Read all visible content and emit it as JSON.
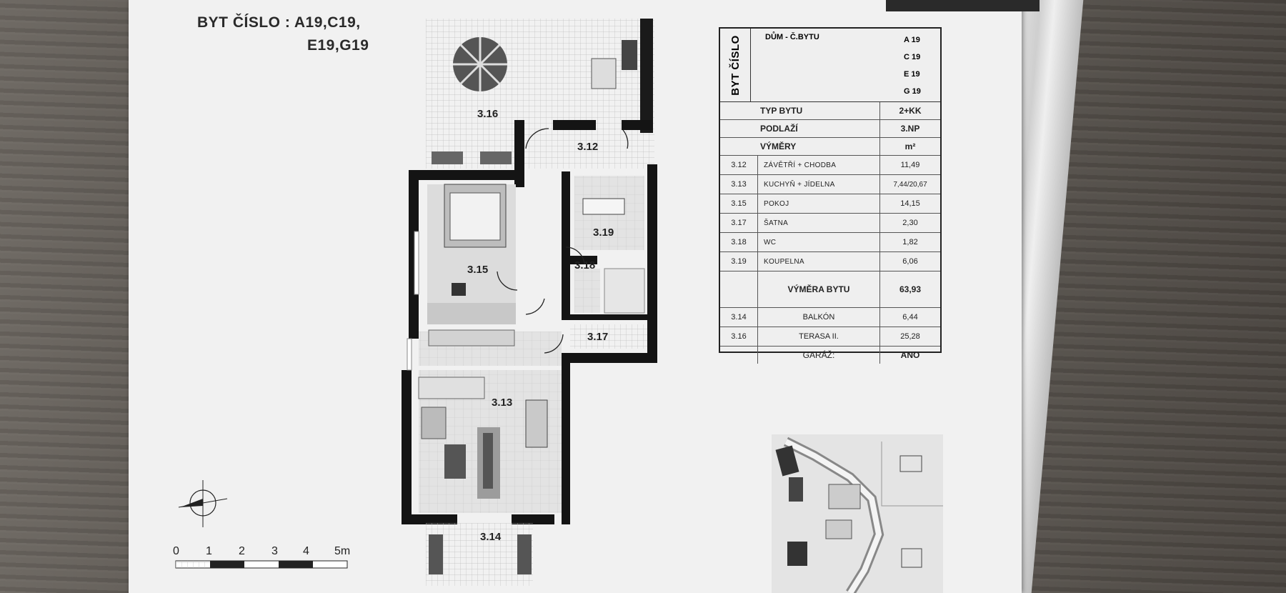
{
  "header": {
    "title_line1": "BYT ČÍSLO :  A19,C19,",
    "title_line2": "E19,G19"
  },
  "plan": {
    "rooms": {
      "r316": "3.16",
      "r312": "3.12",
      "r319": "3.19",
      "r318": "3.18",
      "r315": "3.15",
      "r317": "3.17",
      "r313": "3.13",
      "r314": "3.14"
    },
    "scale": {
      "ticks": [
        "0",
        "1",
        "2",
        "3",
        "4",
        "5m"
      ]
    }
  },
  "table": {
    "side_title": "BYT ČÍSLO",
    "dum_label": "DŮM - Č.BYTU",
    "dum_values": [
      "A 19",
      "C 19",
      "E 19",
      "G 19"
    ],
    "summary": [
      {
        "label": "TYP BYTU",
        "value": "2+KK"
      },
      {
        "label": "PODLAŽÍ",
        "value": "3.NP"
      },
      {
        "label": "VÝMĚRY",
        "value": "m²"
      }
    ],
    "rooms": [
      {
        "num": "3.12",
        "name": "ZÁVĚTŘÍ + CHODBA",
        "area": "11,49"
      },
      {
        "num": "3.13",
        "name": "KUCHYŇ + JÍDELNA",
        "area": "7,44/20,67"
      },
      {
        "num": "3.15",
        "name": "POKOJ",
        "area": "14,15"
      },
      {
        "num": "3.17",
        "name": "ŠATNA",
        "area": "2,30"
      },
      {
        "num": "3.18",
        "name": "WC",
        "area": "1,82"
      },
      {
        "num": "3.19",
        "name": "KOUPELNA",
        "area": "6,06"
      }
    ],
    "total": {
      "label": "VÝMĚRA BYTU",
      "value": "63,93"
    },
    "extras": [
      {
        "num": "3.14",
        "name": "BALKÓN",
        "area": "6,44"
      },
      {
        "num": "3.16",
        "name": "TERASA II.",
        "area": "25,28"
      },
      {
        "num": "",
        "name": "GARÁŽ:",
        "area": "ANO"
      }
    ]
  }
}
